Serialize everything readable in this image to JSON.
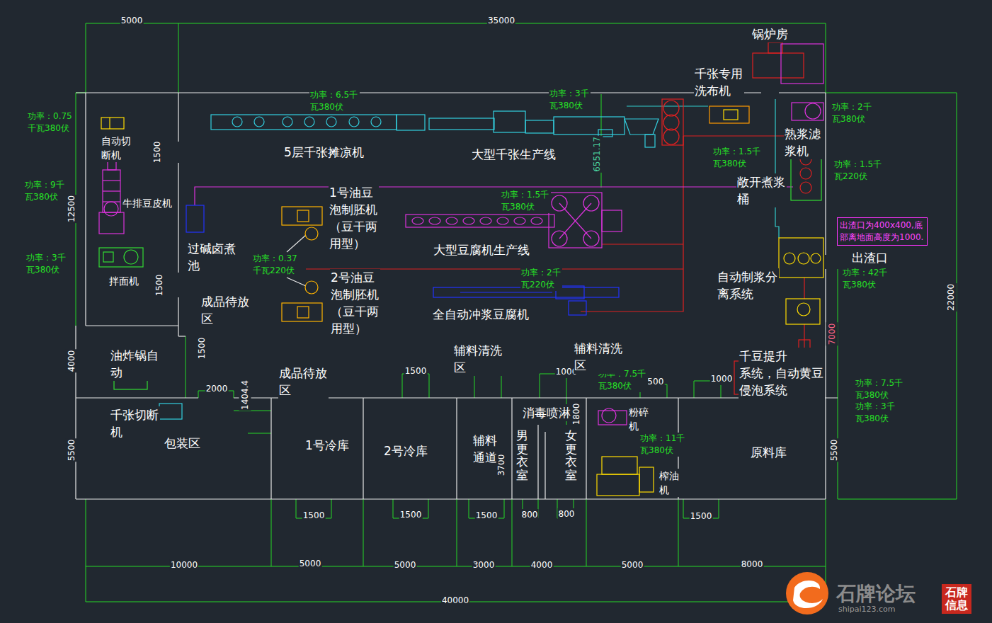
{
  "diagram": {
    "nodes": [
      {
        "text": [
          "出渣口为400x400,底 部离地面高度为1000."
        ]
      }
    ],
    "labels": [
      "5000",
      "35000",
      "40000",
      "12500",
      "1500",
      "1500",
      "1500",
      "4000",
      "5500",
      "2000",
      "1404.4",
      "1500",
      "1500",
      "1000",
      "1500",
      "1000",
      "1800",
      "3700",
      "1500",
      "1500",
      "1500",
      "800",
      "800",
      "1500",
      "10000",
      "5000",
      "5000",
      "3000",
      "4000",
      "5000",
      "8000",
      "22000",
      "5500",
      "7000",
      "6551.17",
      "功率：0.75 千瓦380伏",
      "功率：9千 瓦380伏",
      "功率：3千 瓦380伏",
      "功率：6.5千 瓦380伏",
      "功率：3千 瓦380伏",
      "功率：2千 瓦380伏",
      "功率：1.5千 瓦380伏",
      "功率：1.5千 瓦220伏",
      "功率：1.5千 瓦380伏",
      "功率：0.37 千瓦220伏",
      "功率：2千 瓦220伏",
      "功率：42千 瓦380伏",
      "功率：7.5千 瓦380伏",
      "功率：7.5千 瓦380伏",
      "功率：3千 瓦380伏",
      "功率：11千 瓦380伏",
      "锅炉房",
      "千张专用 洗布机",
      "熟浆滤 浆机",
      "敞开煮浆 桶",
      "5层千张摊凉机",
      "大型千张生产线",
      "自动切 断机",
      "牛排豆皮机",
      "拌面机",
      "过碱卤煮 池",
      "1号油豆 泡制胚机 （豆干两 用型）",
      "2号油豆 泡制胚机 （豆干两 用型）",
      "大型豆腐机生产线",
      "全自动冲浆豆腐机",
      "成品待放 区",
      "出渣口",
      "自动制浆分 离系统",
      "千豆提升 系统，自动黄豆 侵泡系统",
      "油炸锅自 动",
      "成品待放 区",
      "辅料清洗 区",
      "辅料清洗 区",
      "消毒喷淋",
      "千张切断 机",
      "包装区",
      "1号冷库",
      "2号冷库",
      "辅料 通道",
      "男更衣室",
      "女更衣室",
      "粉碎 机",
      "榨油 机",
      "原料库",
      "石牌论坛",
      "shipai123.com",
      "石牌信息"
    ]
  }
}
